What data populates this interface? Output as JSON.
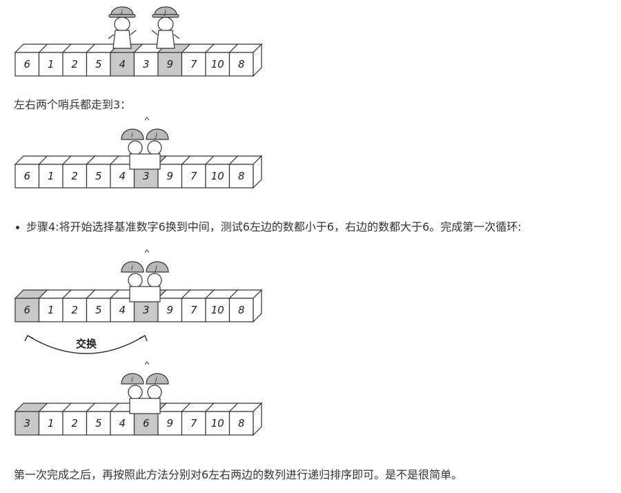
{
  "text": {
    "line1": "左右两个哨兵都走到3：",
    "step4": "步骤4:将开始选择基准数字6换到中间，测试6左边的数都小于6，右边的数都大于6。完成第一次循环:",
    "final": "第一次完成之后，再按照此方法分别对6左右两边的数列进行递归排序即可。是不是很简单。"
  },
  "figures": [
    {
      "cells": [
        "6",
        "1",
        "2",
        "5",
        "4",
        "3",
        "9",
        "7",
        "10",
        "8"
      ],
      "highlight": [
        4,
        6
      ]
    },
    {
      "cells": [
        "6",
        "1",
        "2",
        "5",
        "4",
        "3",
        "9",
        "7",
        "10",
        "8"
      ],
      "highlight": [
        5
      ]
    },
    {
      "cells": [
        "6",
        "1",
        "2",
        "5",
        "4",
        "3",
        "9",
        "7",
        "10",
        "8"
      ],
      "highlight": [
        0,
        5
      ],
      "swap_label": "交换"
    },
    {
      "cells": [
        "3",
        "1",
        "2",
        "5",
        "4",
        "6",
        "9",
        "7",
        "10",
        "8"
      ],
      "highlight": [
        0,
        5
      ]
    }
  ],
  "sentinels": {
    "left": "i",
    "right": "j"
  },
  "colors": {
    "highlight": "#c8c8c8",
    "cell": "#ffffff",
    "stroke": "#333333"
  }
}
